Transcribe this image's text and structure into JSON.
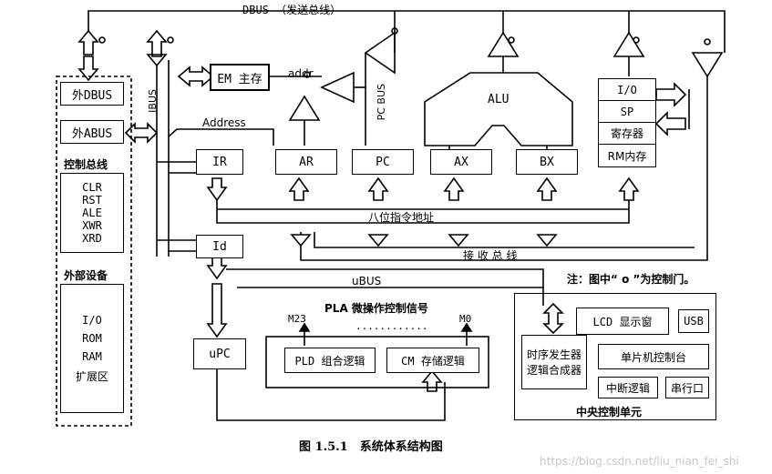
{
  "buses": {
    "dbus": "DBUS （发送总线）",
    "ibus": "IBUS",
    "pcbus": "PC BUS",
    "address": "Address",
    "addr": "addr",
    "eight_bit": "八位指令地址",
    "receive": "接 收 总 线",
    "ubus": "uBUS"
  },
  "external": {
    "dbus_box": "外DBUS",
    "abus_box": "外ABUS",
    "ctrl_title": "控制总线",
    "ctrl_signals": [
      "CLR",
      "RST",
      "ALE",
      "XWR",
      "XRD"
    ],
    "dev_title": "外部设备",
    "devices": [
      "I/O",
      "ROM",
      "RAM",
      "扩展区"
    ]
  },
  "registers": {
    "em": "EM 主存",
    "ir": "IR",
    "ar": "AR",
    "pc": "PC",
    "ax": "AX",
    "bx": "BX",
    "alu": "ALU",
    "id": "Id",
    "upc": "uPC"
  },
  "io_stack": [
    "I/O",
    "SP",
    "寄存器",
    "RM内存"
  ],
  "pla": {
    "title": "PLA 微操作控制信号",
    "m23": "M23",
    "dots": "............",
    "m0": "M0",
    "pld": "PLD 组合逻辑",
    "cm": "CM 存储逻辑"
  },
  "cpu": {
    "timing": [
      "时序发生器",
      "逻辑合成器"
    ],
    "lcd": "LCD 显示窗",
    "usb": "USB",
    "mcu": "单片机控制台",
    "irq": "中断逻辑",
    "serial": "串行口",
    "title": "中央控制单元"
  },
  "note": "注：图中“ o ”为控制门。",
  "caption": "图 1.5.1　系统体系结构图",
  "watermark": "https://blog.csdn.net/liu_nian_fei_shi"
}
